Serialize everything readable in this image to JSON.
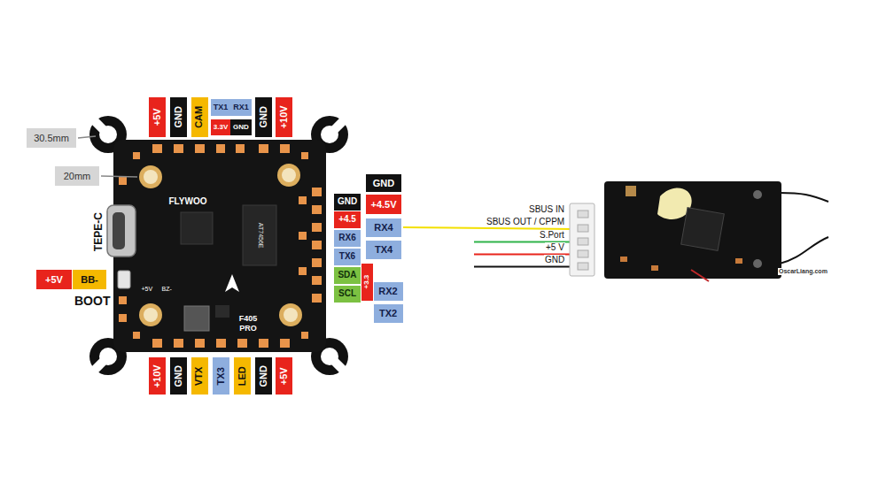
{
  "diagram": {
    "nodes": [
      {
        "text": [
          "+5V"
        ]
      },
      {
        "text": [
          "GND"
        ]
      },
      {
        "text": [
          "CAM"
        ]
      },
      {
        "text": [
          "TX1"
        ]
      },
      {
        "text": [
          "RX1"
        ]
      },
      {
        "text": [
          "3.3V"
        ]
      },
      {
        "text": [
          "GND"
        ]
      },
      {
        "text": [
          "GND"
        ]
      },
      {
        "text": [
          "+10V"
        ]
      },
      {
        "text": [
          "30.5mm"
        ]
      },
      {
        "text": [
          "20mm"
        ]
      },
      {
        "text": [
          "+5V"
        ]
      },
      {
        "text": [
          "BB-"
        ]
      },
      {
        "text": [
          "GND"
        ]
      },
      {
        "text": [
          "+4.5"
        ]
      },
      {
        "text": [
          "RX6"
        ]
      },
      {
        "text": [
          "TX6"
        ]
      },
      {
        "text": [
          "SDA"
        ]
      },
      {
        "text": [
          "SCL"
        ]
      },
      {
        "text": [
          "GND"
        ]
      },
      {
        "text": [
          "+4.5V"
        ]
      },
      {
        "text": [
          "RX4"
        ]
      },
      {
        "text": [
          "TX4"
        ]
      },
      {
        "text": [
          "+3.3"
        ]
      },
      {
        "text": [
          "RX2"
        ]
      },
      {
        "text": [
          "TX2"
        ]
      },
      {
        "text": [
          "+10V"
        ]
      },
      {
        "text": [
          "GND"
        ]
      },
      {
        "text": [
          "VTX"
        ]
      },
      {
        "text": [
          "TX3"
        ]
      },
      {
        "text": [
          "LED"
        ]
      },
      {
        "text": [
          "GND"
        ]
      },
      {
        "text": [
          "+5V"
        ]
      }
    ],
    "labels": [
      "TEPE-C",
      "BOOT",
      "FLYWOO",
      "F405 PRO",
      "AT7456E",
      "+5V",
      "BZ-",
      "SBUS IN",
      "SBUS OUT / CPPM",
      "S.Port",
      "+5 V",
      "GND",
      "OscarLiang.com"
    ]
  }
}
